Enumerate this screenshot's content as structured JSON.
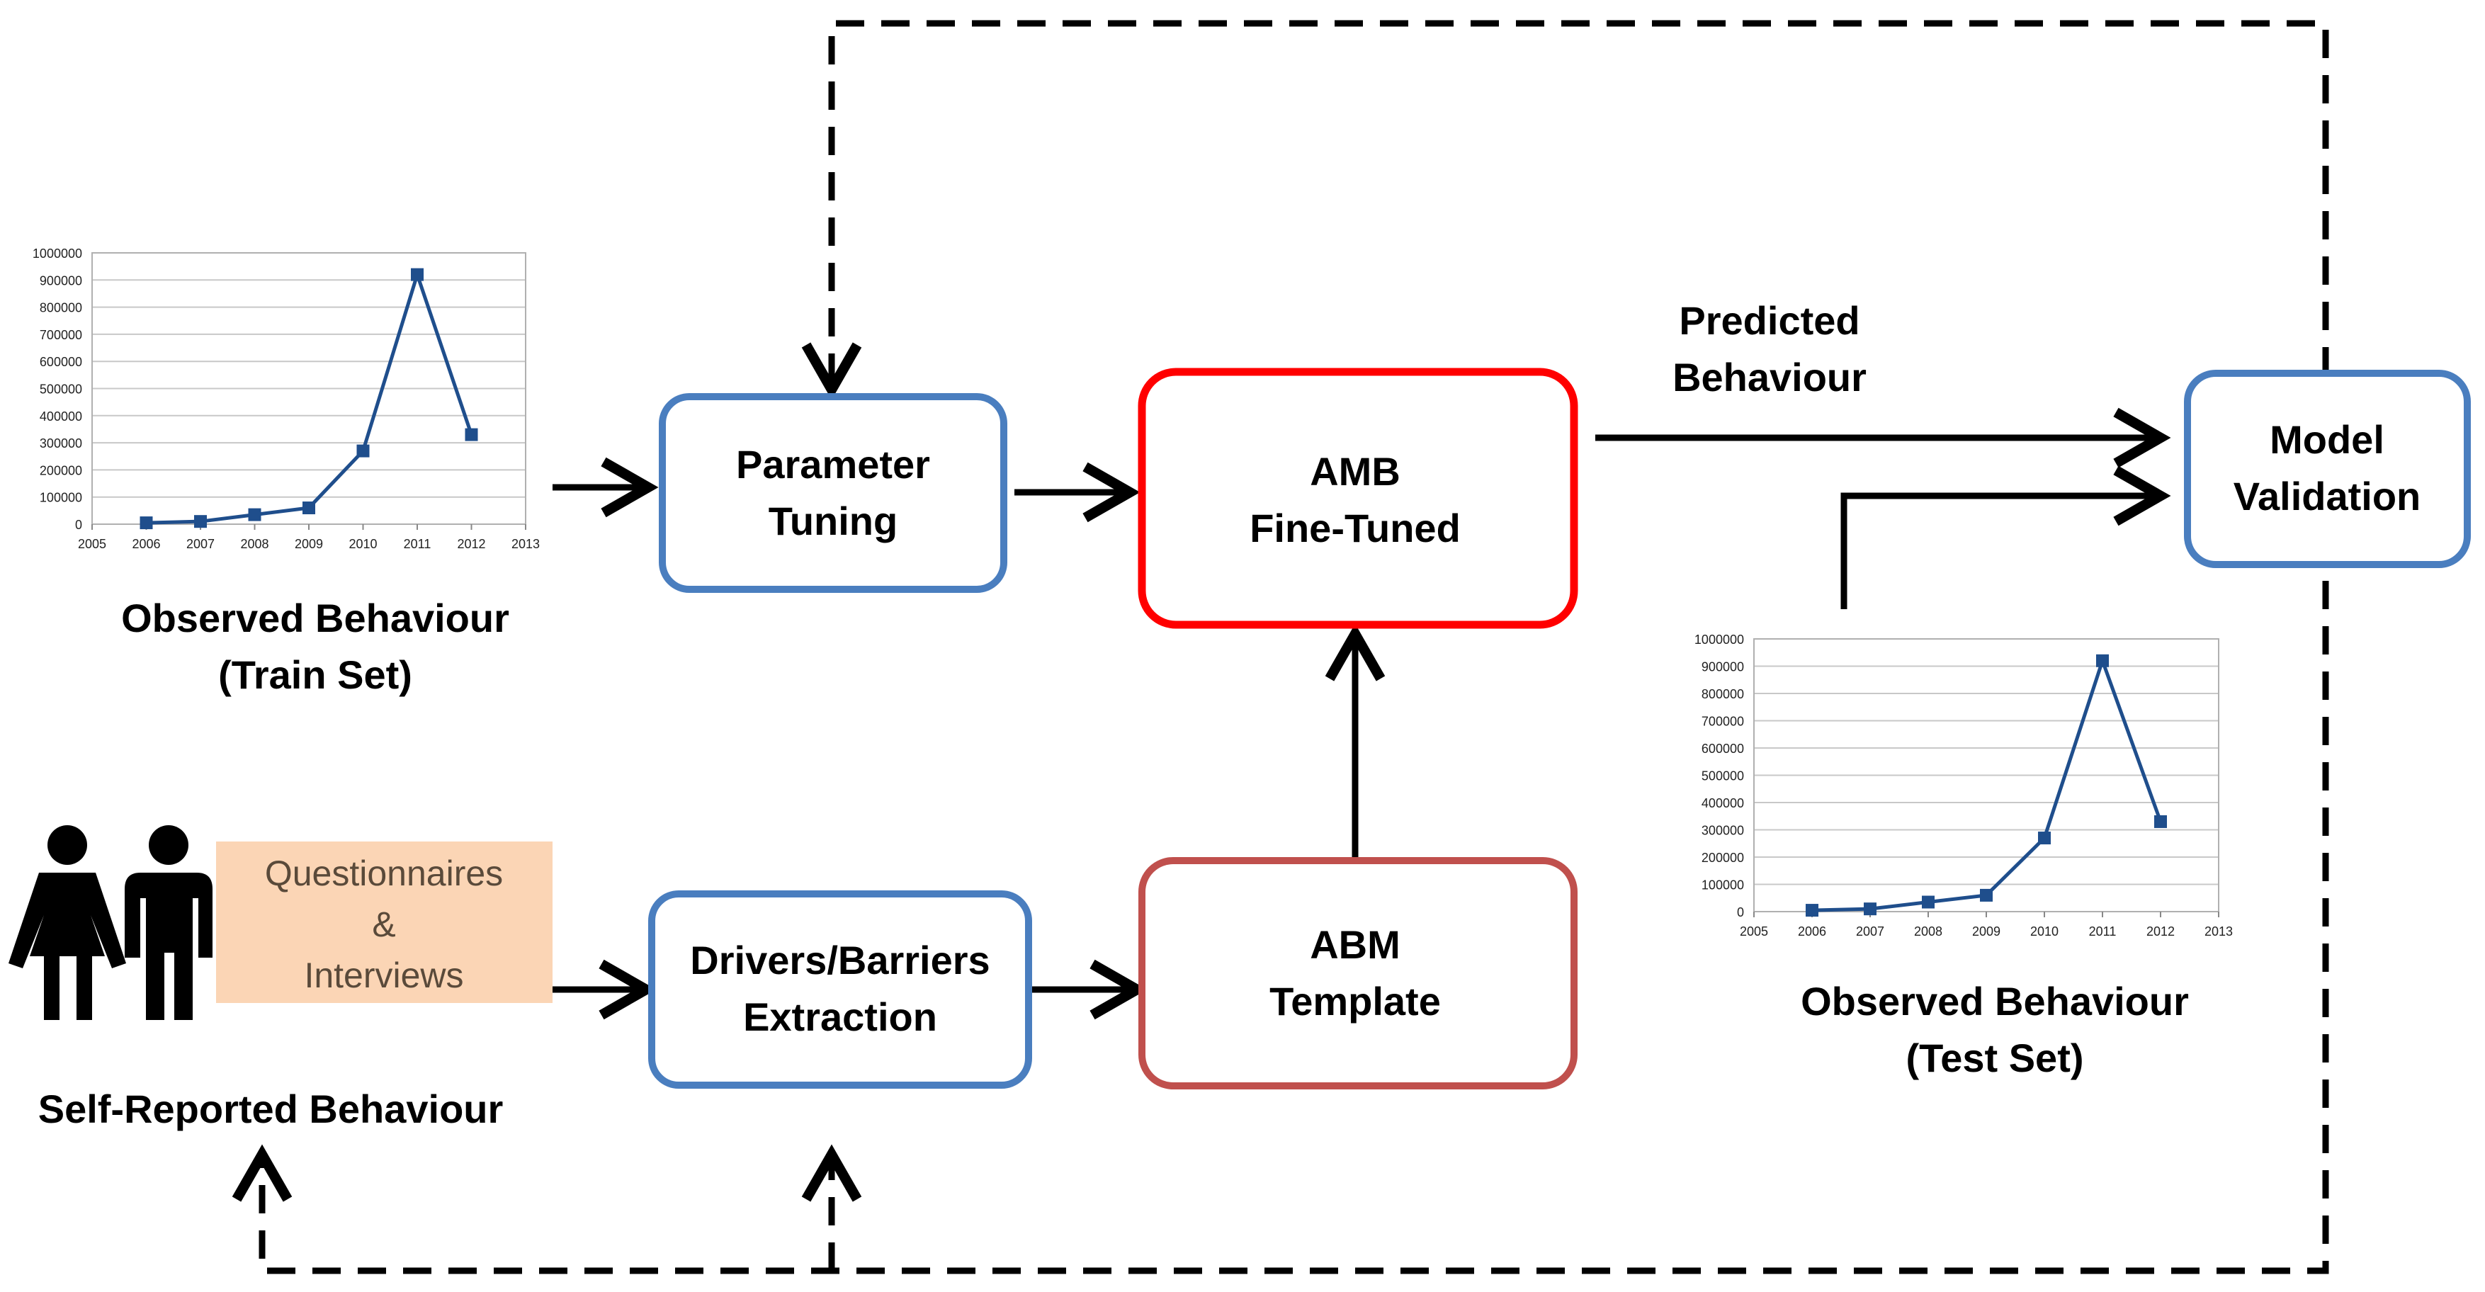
{
  "nodes": {
    "parameter_tuning": {
      "line1": "Parameter",
      "line2": "Tuning"
    },
    "amb_fine_tuned": {
      "line1": "AMB",
      "line2": "Fine-Tuned"
    },
    "model_validation": {
      "line1": "Model",
      "line2": "Validation"
    },
    "drivers_barriers": {
      "line1": "Drivers/Barriers",
      "line2": "Extraction"
    },
    "abm_template": {
      "line1": "ABM",
      "line2": "Template"
    },
    "questionnaires": {
      "line1": "Questionnaires",
      "line2": "&",
      "line3": "Interviews"
    }
  },
  "labels": {
    "predicted_line1": "Predicted",
    "predicted_line2": "Behaviour",
    "train_line1": "Observed Behaviour",
    "train_line2": "(Train Set)",
    "test_line1": "Observed Behaviour",
    "test_line2": "(Test Set)",
    "self_reported": "Self-Reported Behaviour"
  },
  "colors": {
    "blue_box": "#4a7ebf",
    "red_box": "#ff0000",
    "template_box": "#c0504d",
    "questionnaire_fill": "#fbd5b5",
    "series": "#1f4e8c"
  },
  "chart_data": [
    {
      "type": "line",
      "x": [
        2006,
        2007,
        2008,
        2009,
        2010,
        2011,
        2012
      ],
      "values": [
        5000,
        10000,
        35000,
        60000,
        270000,
        920000,
        330000
      ],
      "xlim": [
        2005,
        2013
      ],
      "ylim": [
        0,
        1000000
      ],
      "x_ticks": [
        "2005",
        "2006",
        "2007",
        "2008",
        "2009",
        "2010",
        "2011",
        "2012",
        "2013"
      ],
      "y_ticks": [
        "0",
        "100000",
        "200000",
        "300000",
        "400000",
        "500000",
        "600000",
        "700000",
        "800000",
        "900000",
        "1000000"
      ],
      "grid": true
    },
    {
      "type": "line",
      "x": [
        2006,
        2007,
        2008,
        2009,
        2010,
        2011,
        2012
      ],
      "values": [
        5000,
        10000,
        35000,
        60000,
        270000,
        920000,
        330000
      ],
      "xlim": [
        2005,
        2013
      ],
      "ylim": [
        0,
        1000000
      ],
      "x_ticks": [
        "2005",
        "2006",
        "2007",
        "2008",
        "2009",
        "2010",
        "2011",
        "2012",
        "2013"
      ],
      "y_ticks": [
        "0",
        "100000",
        "200000",
        "300000",
        "400000",
        "500000",
        "600000",
        "700000",
        "800000",
        "900000",
        "1000000"
      ],
      "grid": true
    }
  ]
}
